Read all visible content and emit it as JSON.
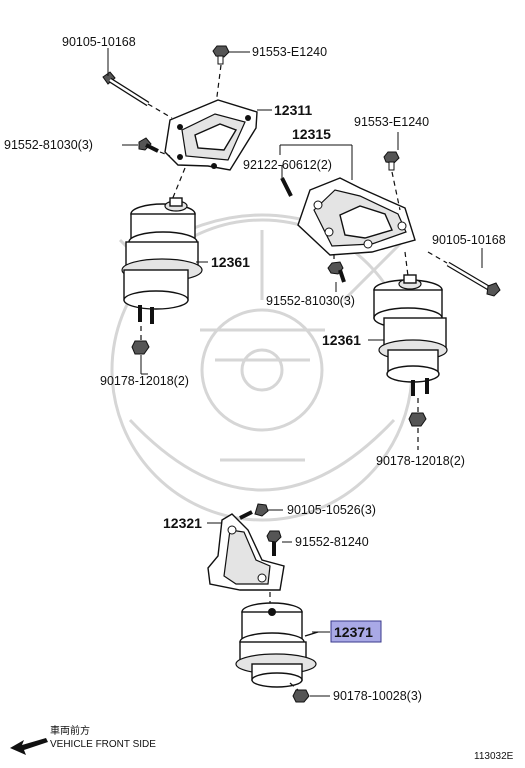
{
  "labels": {
    "p90105_10168_top": "90105-10168",
    "p91553_E1240_top": "91553-E1240",
    "p12311": "12311",
    "p91552_81030_left": "91552-81030(3)",
    "p12315": "12315",
    "p91553_E1240_right": "91553-E1240",
    "p92122_60612": "92122-60612(2)",
    "p12361_left": "12361",
    "p90105_10168_right": "90105-10168",
    "p91552_81030_right": "91552-81030(3)",
    "p12361_right": "12361",
    "p90178_12018_left": "90178-12018(2)",
    "p90178_12018_right": "90178-12018(2)",
    "p90105_10526": "90105-10526(3)",
    "p12321": "12321",
    "p91552_81240": "91552-81240",
    "p12371": "12371",
    "p90178_10028": "90178-10028(3)"
  },
  "direction": {
    "japanese": "車両前方",
    "english": "VEHICLE FRONT SIDE"
  },
  "diagram_code": "113032E",
  "colors": {
    "highlight_fill": "#a9a9e6",
    "highlight_border": "#3a3a8c"
  }
}
